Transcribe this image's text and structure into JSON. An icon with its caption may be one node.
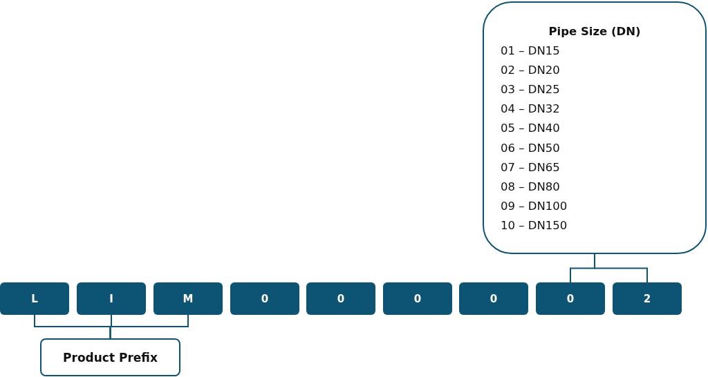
{
  "diagram": {
    "nodes": [
      {
        "text": [
          "Pipe Size (DN)",
          "01 – DN15",
          "02 – DN20",
          "03 – DN25",
          "04 – DN32",
          "05 – DN40",
          "06 – DN50",
          "07 – DN65",
          "08 – DN80",
          "09 – DN100",
          "10 – DN150"
        ]
      },
      {
        "text": [
          "L"
        ]
      },
      {
        "text": [
          "I"
        ]
      },
      {
        "text": [
          "M"
        ]
      },
      {
        "text": [
          "0"
        ]
      },
      {
        "text": [
          "0"
        ]
      },
      {
        "text": [
          "0"
        ]
      },
      {
        "text": [
          "0"
        ]
      },
      {
        "text": [
          "0"
        ]
      },
      {
        "text": [
          "2"
        ]
      },
      {
        "text": [
          "Product Prefix"
        ]
      }
    ],
    "edges": [
      {
        "from": 0,
        "to": 8,
        "arrow": "none"
      },
      {
        "from": 0,
        "to": 9,
        "arrow": "none"
      },
      {
        "from": 10,
        "to": 1,
        "arrow": "none"
      },
      {
        "from": 10,
        "to": 2,
        "arrow": "none"
      },
      {
        "from": 10,
        "to": 3,
        "arrow": "none"
      }
    ]
  }
}
